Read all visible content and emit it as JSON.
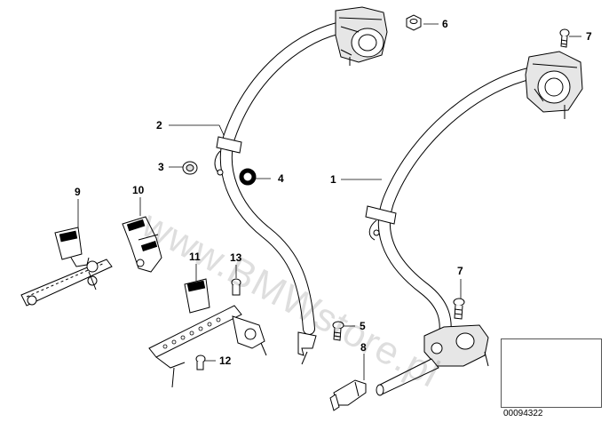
{
  "diagram": {
    "callouts": [
      {
        "id": "c1",
        "text": "1"
      },
      {
        "id": "c2",
        "text": "2"
      },
      {
        "id": "c3",
        "text": "3"
      },
      {
        "id": "c4",
        "text": "4"
      },
      {
        "id": "c5",
        "text": "5"
      },
      {
        "id": "c6",
        "text": "6"
      },
      {
        "id": "c7a",
        "text": "7"
      },
      {
        "id": "c7b",
        "text": "7"
      },
      {
        "id": "c8",
        "text": "8"
      },
      {
        "id": "c9",
        "text": "9"
      },
      {
        "id": "c10",
        "text": "10"
      },
      {
        "id": "c11",
        "text": "11"
      },
      {
        "id": "c12",
        "text": "12"
      },
      {
        "id": "c13",
        "text": "13"
      }
    ],
    "watermark": "www.BMWstore.pl",
    "reference_number": "00094322"
  },
  "colors": {
    "line": "#000000",
    "part_fill": "#ffffff",
    "mechanism_fill": "#e6e6e6",
    "watermark": "rgba(0,0,0,0.13)"
  }
}
